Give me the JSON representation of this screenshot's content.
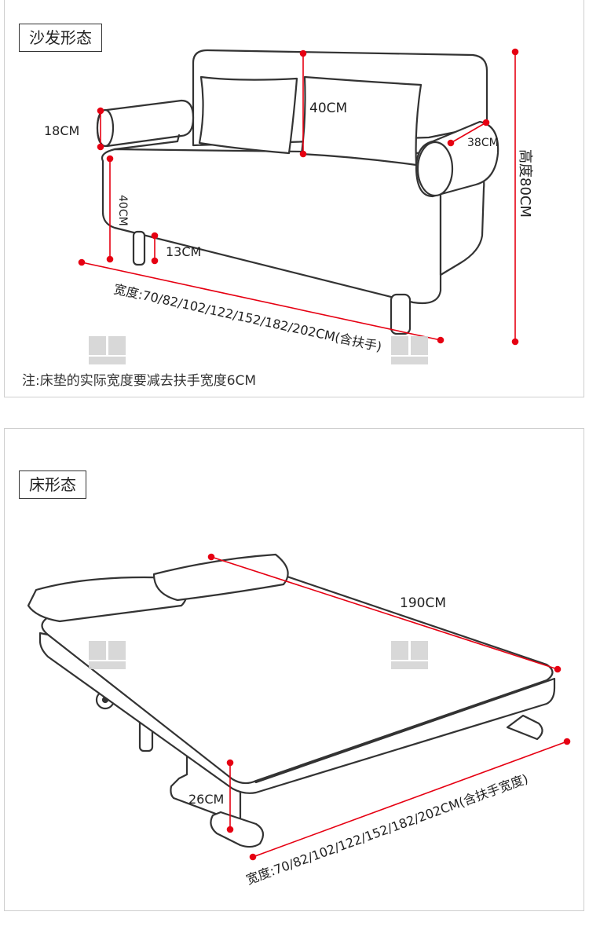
{
  "sofa": {
    "tag": "沙发形态",
    "dims": {
      "arm_height": "18CM",
      "back_height": "40CM",
      "arm_diameter": "38CM",
      "total_height": "高度80CM",
      "front_height": "40CM",
      "leg_height": "13CM",
      "width": "宽度:70/82/102/122/152/182/202CM(含扶手)"
    },
    "note": "注:床垫的实际宽度要减去扶手宽度6CM"
  },
  "bed": {
    "tag": "床形态",
    "dims": {
      "length": "190CM",
      "height": "26CM",
      "width": "宽度:70/82/102/122/152/182/202CM(含扶手宽度)"
    }
  },
  "colors": {
    "line": "#333333",
    "dim": "#e60012"
  }
}
